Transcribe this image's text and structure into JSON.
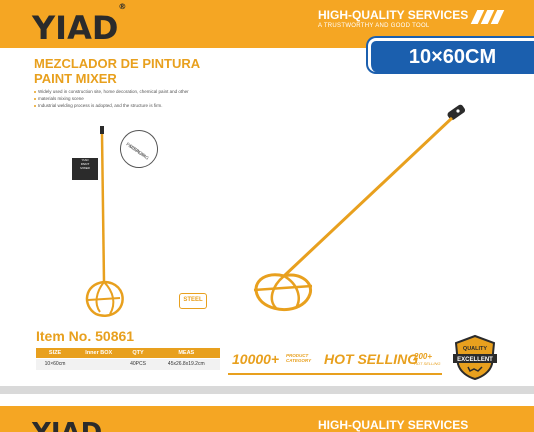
{
  "header": {
    "logo": "YIAD",
    "logo_mark": "®",
    "services": "HIGH-QUALITY SERVICES",
    "tagline": "A TRUSTWORTHY AND GOOD TOOL",
    "size_badge": "10×60CM"
  },
  "product": {
    "title_es": "MEZCLADOR DE PINTURA",
    "title_en": "PAINT MIXER",
    "features": [
      "Widely used in construction site, home decoration, chemical paint and other",
      "materials mixing scene",
      "Industrial welding process is adopted, and the structure is firm."
    ],
    "package_label_lines": [
      "YIAD",
      "PAINT",
      "MIXER"
    ],
    "package_bubble_lines": [
      "PACKAGING",
      "DISPLAY"
    ],
    "steel_tag": "STEEL"
  },
  "specs": {
    "item_no": "Item No. 50861",
    "columns": [
      "SIZE",
      "Inner BOX",
      "QTY",
      "MEAS"
    ],
    "rows": [
      [
        "10×60cm",
        "",
        "40PCS",
        "45x26.8x19.2cm"
      ]
    ]
  },
  "promo": {
    "count": "10000+",
    "count_sub": "PRODUCT CATEGORY",
    "hot": "HOT SELLING",
    "hot_count": "200+",
    "hot_sub": "HOT SELLING"
  },
  "badge": {
    "top": "QUALITY",
    "main": "EXCELLENT"
  },
  "footer": {
    "logo": "YIAD",
    "services": "HIGH-QUALITY SERVICES"
  },
  "colors": {
    "brand_orange": "#f5a623",
    "accent_orange": "#e8a01e",
    "badge_blue": "#1b5fae",
    "dark": "#2b2b2b"
  }
}
